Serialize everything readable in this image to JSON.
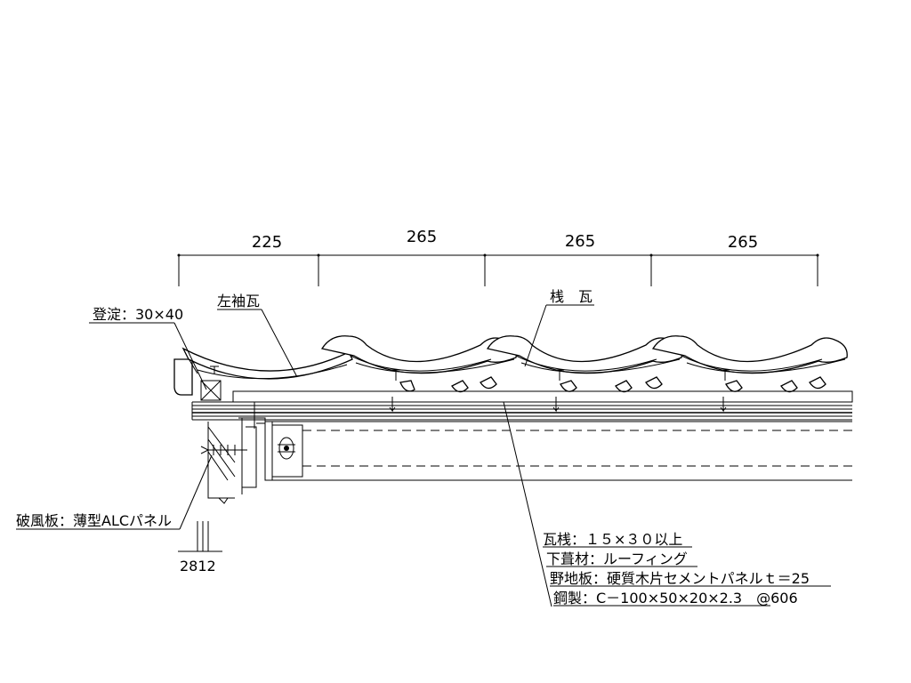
{
  "dimensions": {
    "d1": "225",
    "d2": "265",
    "d3": "265",
    "d4": "265"
  },
  "labels": {
    "nobori_yodo": "登淀：30×40",
    "hidari_sode": "左袖瓦",
    "sangawara": "桟　瓦",
    "hafuita": "破風板：薄型ALCパネル",
    "small_dim": "2812"
  },
  "spec_lines": [
    "瓦桟：１５×３０以上",
    "下葺材：ルーフィング",
    "野地板：硬質木片セメントパネルｔ＝25",
    "鋼製：C－100×50×20×2.3　@606"
  ]
}
